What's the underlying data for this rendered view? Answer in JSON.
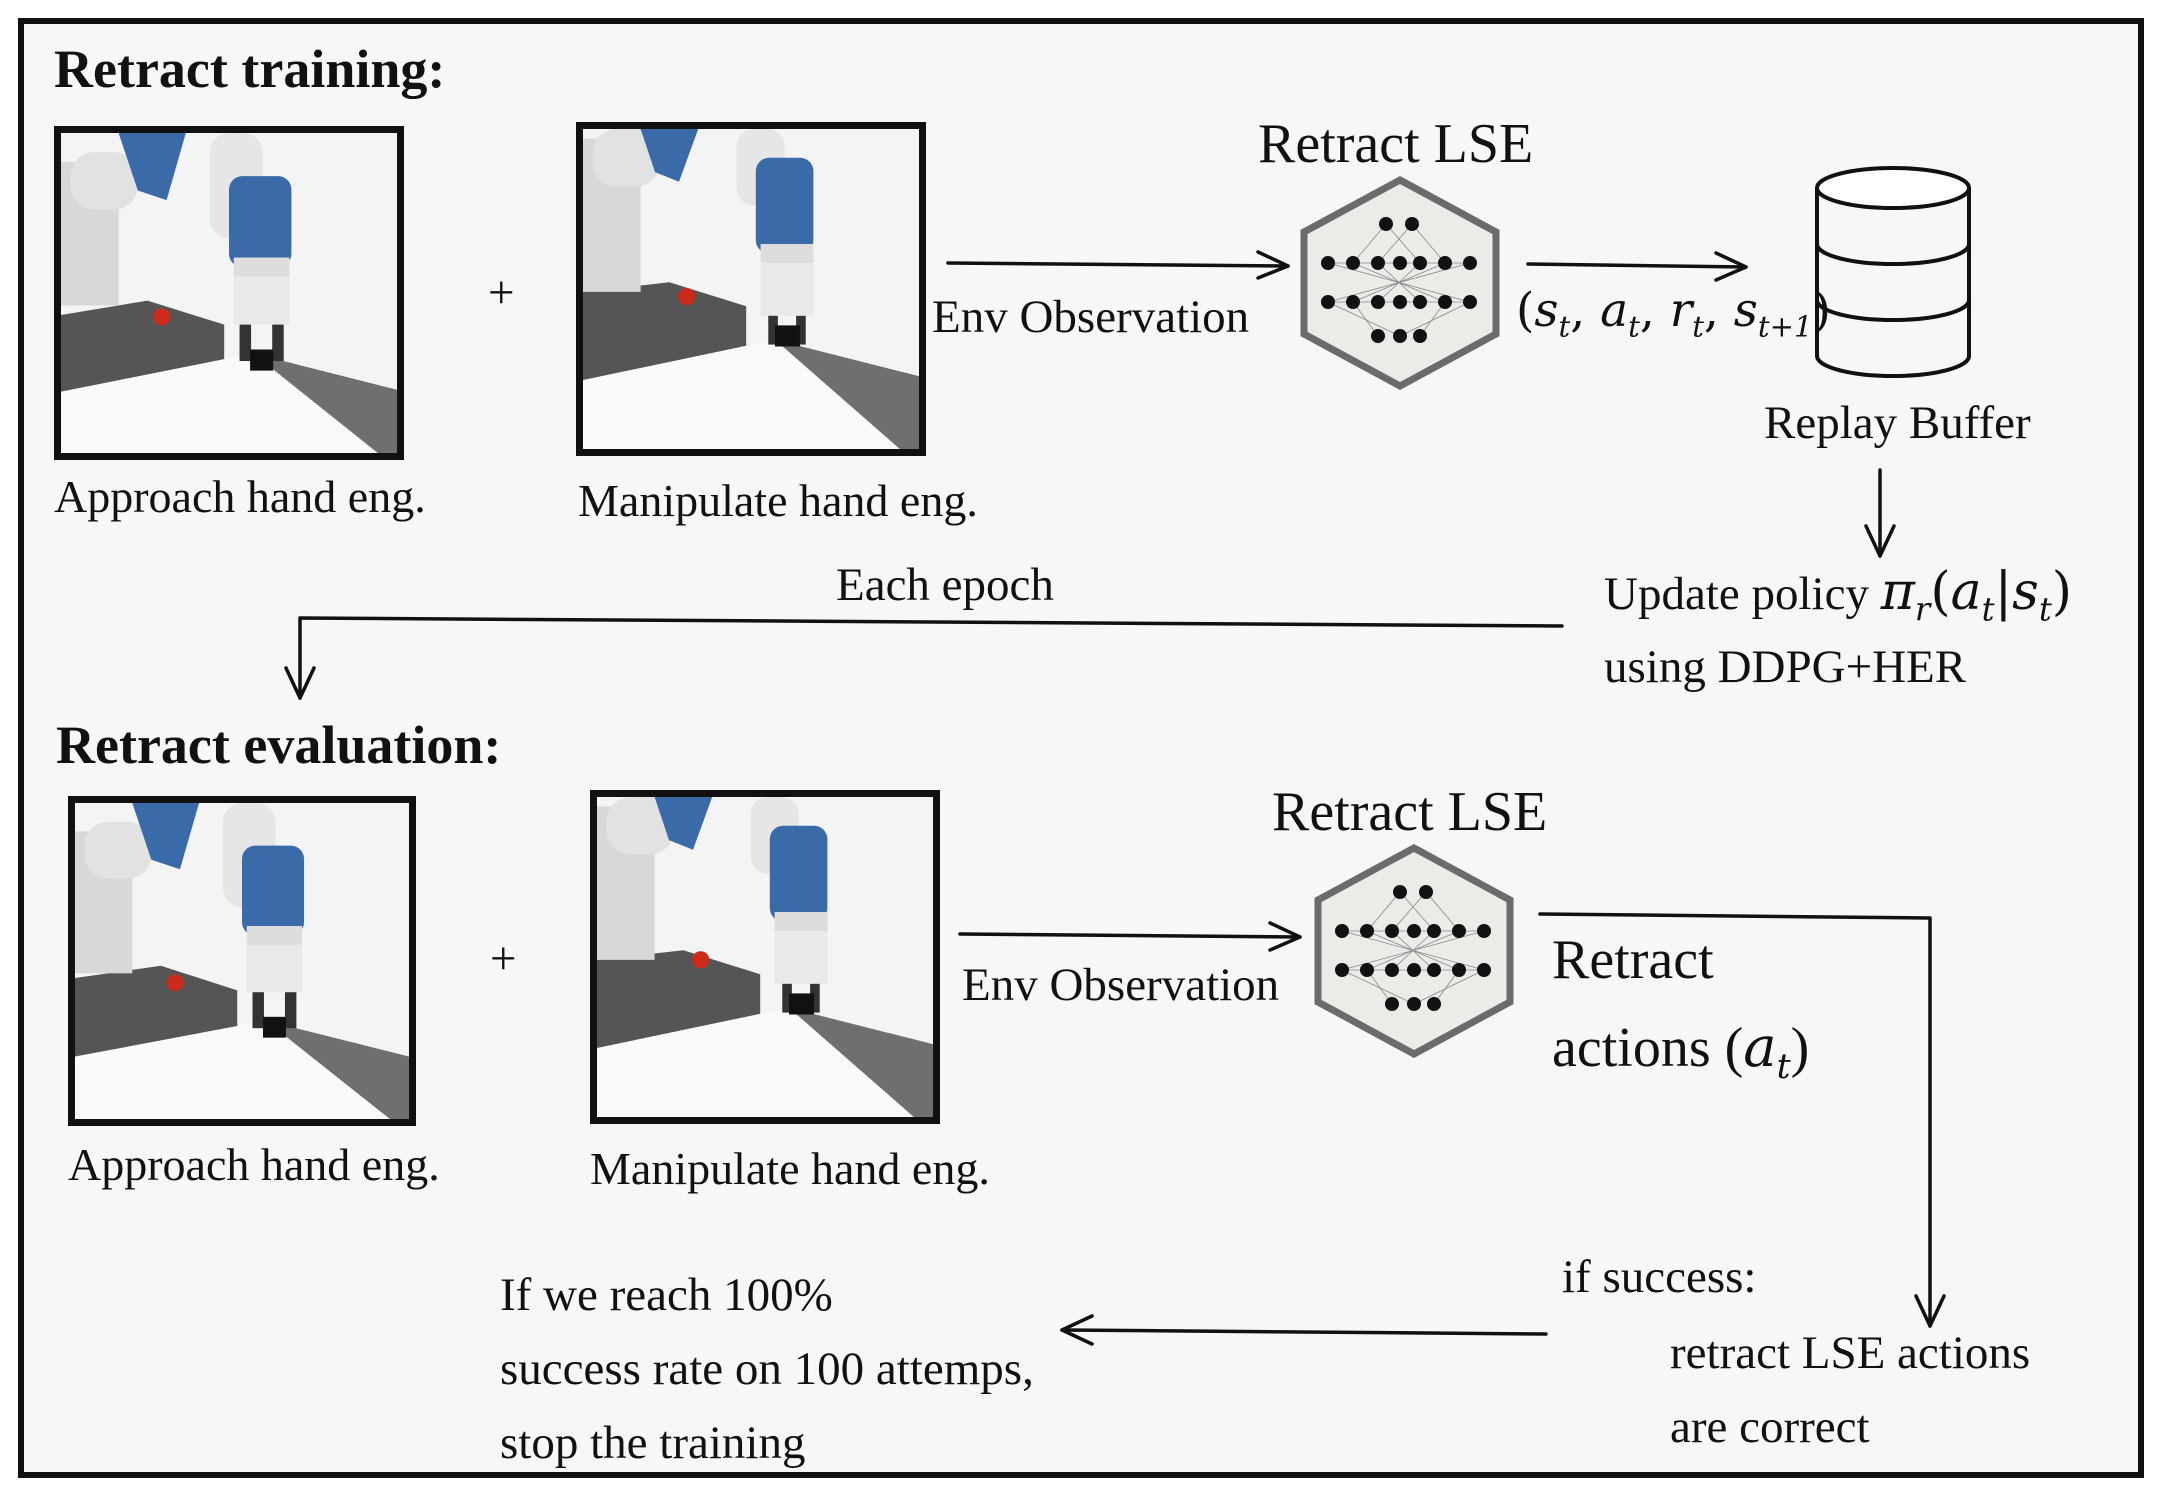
{
  "training": {
    "heading": "Retract training:",
    "approach_caption": "Approach hand eng.",
    "plus": "+",
    "manipulate_caption": "Manipulate hand eng.",
    "env_observation": "Env Observation",
    "lse_title": "Retract LSE",
    "transition_tuple": {
      "s": "s",
      "st": "t",
      "a": "a",
      "at": "t",
      "r": "r",
      "rt": "t",
      "s2": "s",
      "s2t": "t+1"
    },
    "replay_buffer": "Replay Buffer",
    "update_policy_prefix": "Update policy ",
    "policy": {
      "pi": "π",
      "pisub": "r",
      "a": "a",
      "at": "t",
      "s": "s",
      "st": "t"
    },
    "using": "using  DDPG+HER",
    "each_epoch": "Each epoch"
  },
  "evaluation": {
    "heading": "Retract evaluation:",
    "approach_caption": "Approach hand eng.",
    "plus": "+",
    "manipulate_caption": "Manipulate hand eng.",
    "env_observation": "Env Observation",
    "lse_title": "Retract LSE",
    "retract_line1": "Retract",
    "retract_line2_prefix": "actions ",
    "action": {
      "a": "a",
      "at": "t"
    },
    "if_success": "if success:",
    "correct_line1": "retract LSE actions",
    "correct_line2": "are correct",
    "stop_line1": "If we reach 100%",
    "stop_line2": "success rate on 100 attemps,",
    "stop_line3": "stop the training"
  },
  "colors": {
    "robot_blue": "#3a6aa8",
    "object_red": "#cc2a1a",
    "hexagon_fill": "#ecebe8",
    "hexagon_stroke": "#6b6b6b"
  }
}
